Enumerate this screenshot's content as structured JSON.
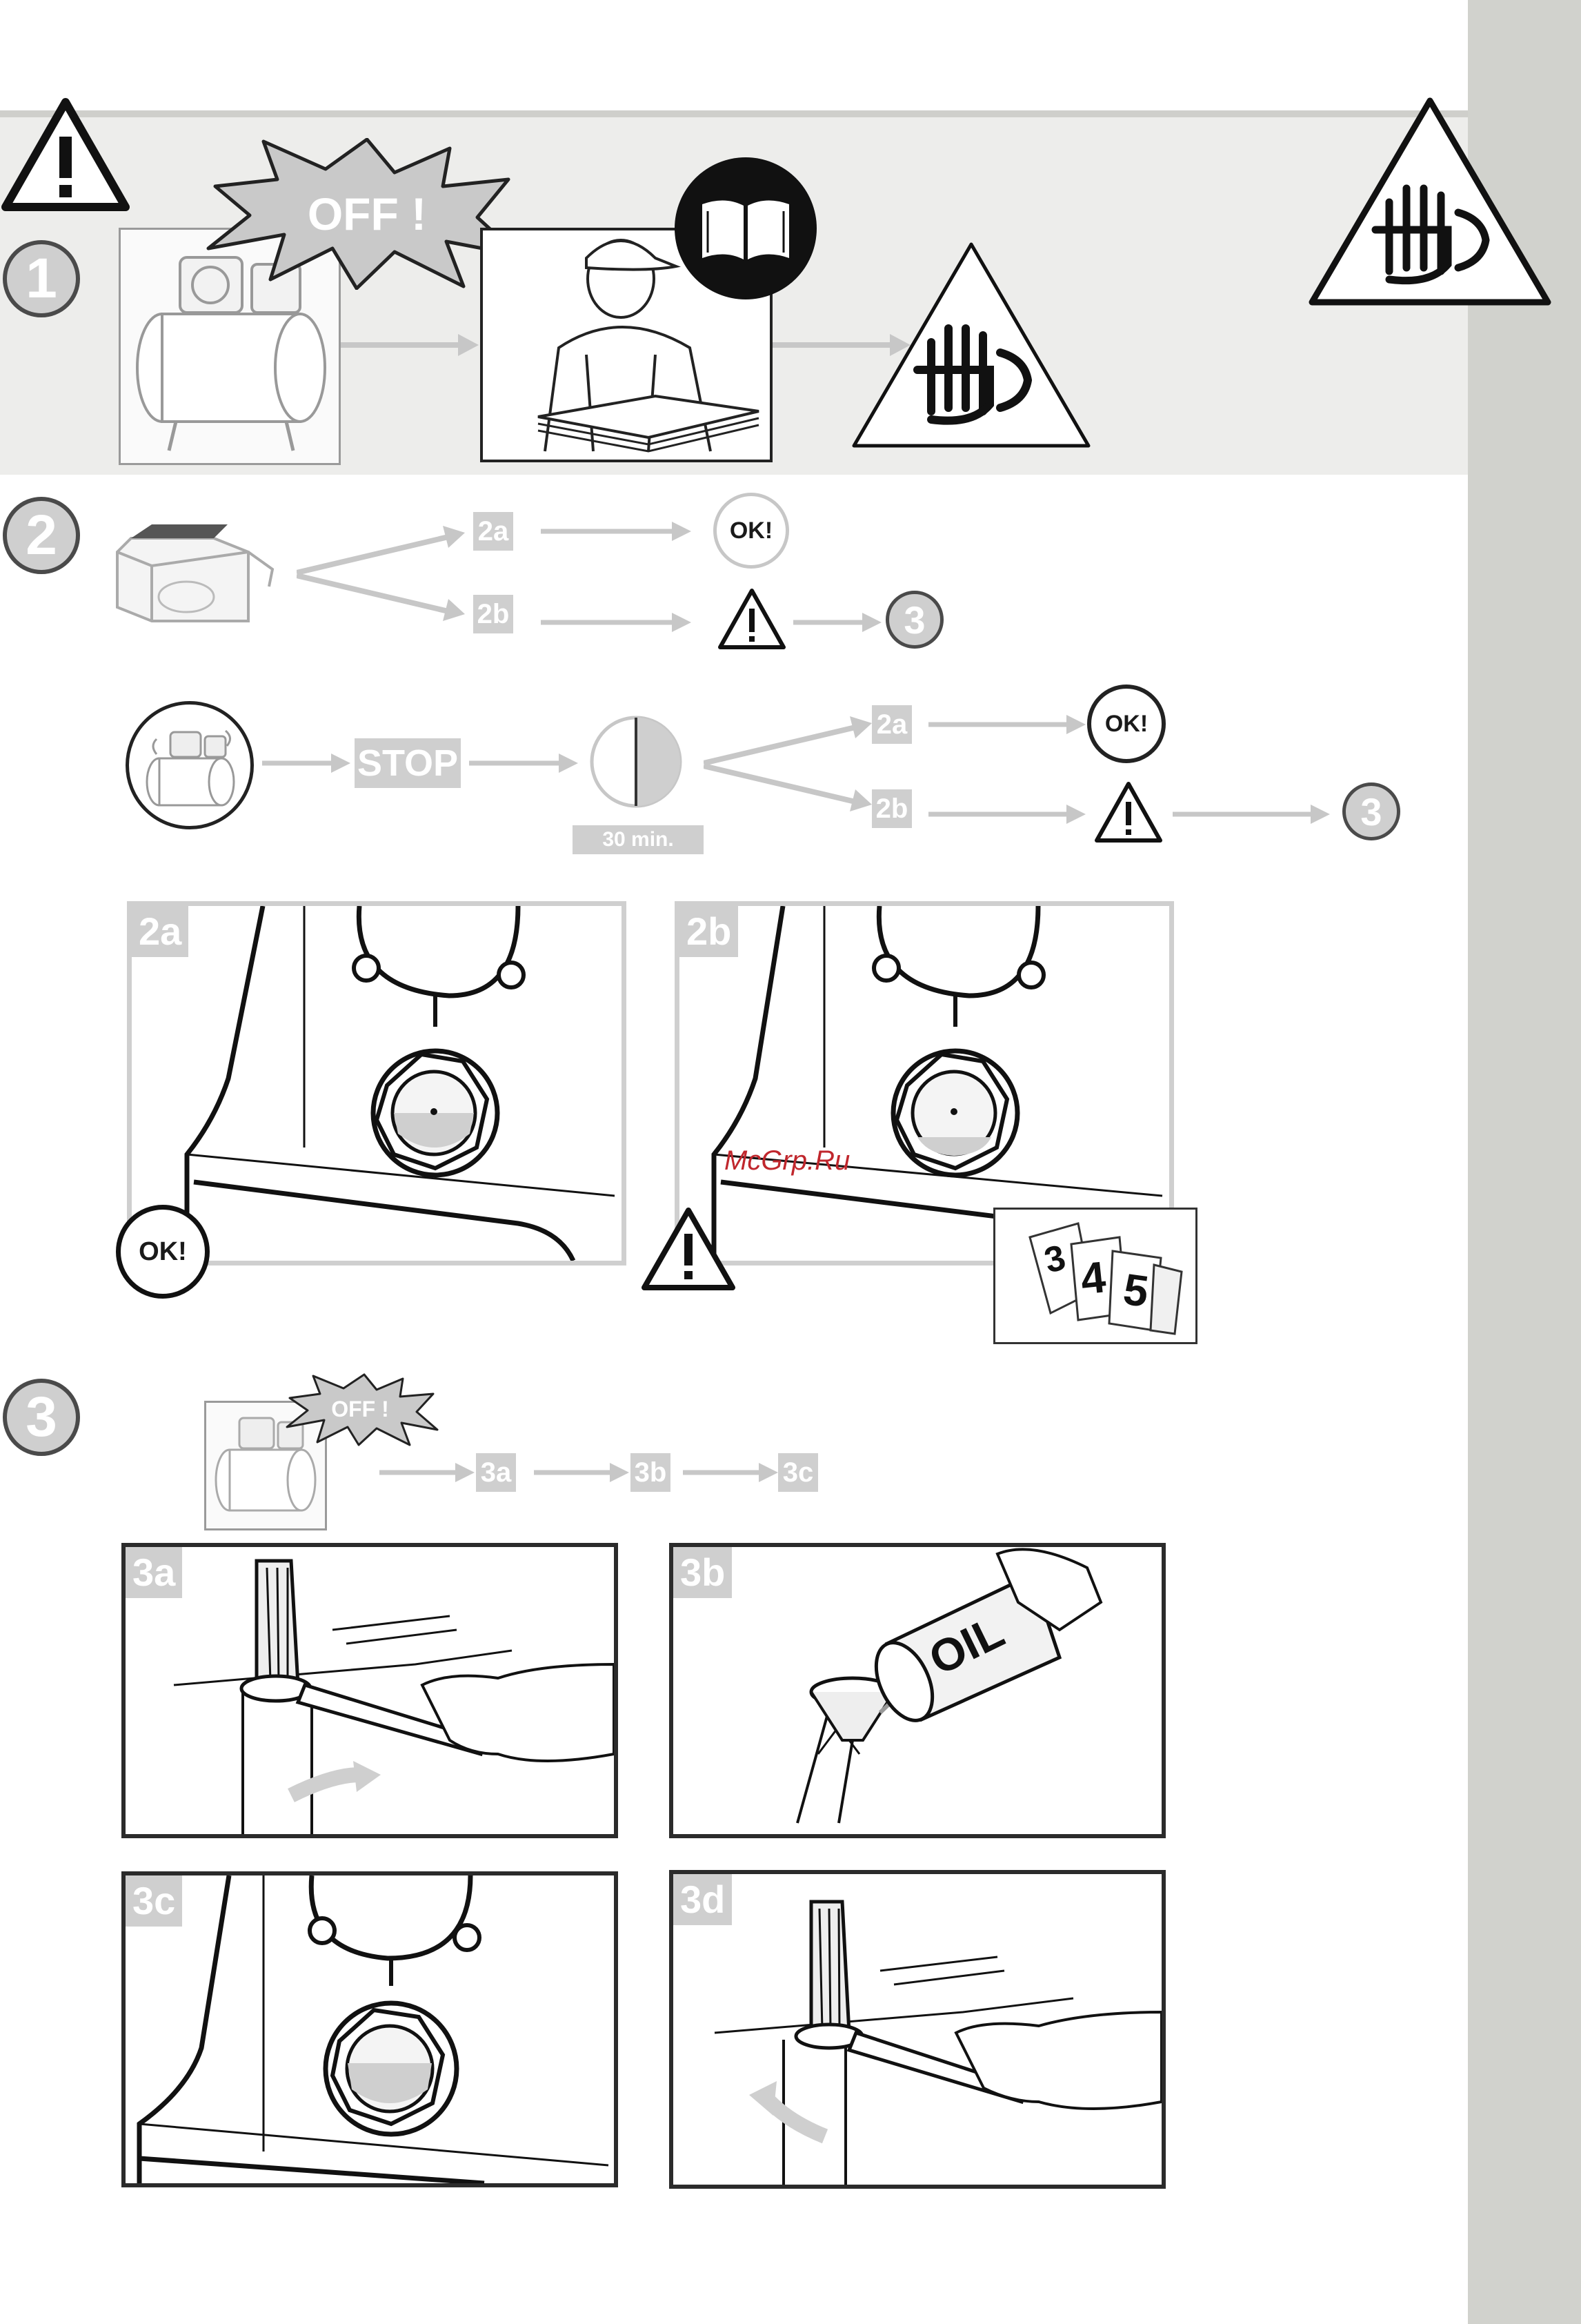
{
  "colors": {
    "accent_grey": "#cfcfcf",
    "band_grey": "#ededeb",
    "side_bar": "#d1d2cd",
    "ink": "#1a1a1a",
    "watermark_red": "#c0272d"
  },
  "step1": {
    "number": "1",
    "off_label": "OFF !",
    "icons": [
      "warning-triangle-icon",
      "compressor-icon",
      "manual-reading-icon",
      "book-icon",
      "hand-wrench-warning-icon"
    ]
  },
  "step2": {
    "number": "2",
    "flow1": {
      "branch_a": "2a",
      "branch_b": "2b",
      "ok_label": "OK!",
      "goto": "3"
    },
    "flow2": {
      "stop_label": "STOP",
      "wait_label": "30 min.",
      "branch_a": "2a",
      "branch_b": "2b",
      "ok_label": "OK!",
      "goto": "3"
    },
    "panel_a": {
      "tag": "2a",
      "ok_label": "OK!"
    },
    "panel_b": {
      "tag": "2b",
      "watermark": "McGrp.Ru",
      "calendar_numbers": [
        "3",
        "4",
        "5"
      ]
    }
  },
  "step3": {
    "number": "3",
    "off_label": "OFF !",
    "sequence": [
      "3a",
      "3b",
      "3c"
    ],
    "panels": [
      {
        "tag": "3a"
      },
      {
        "tag": "3b",
        "can_label": "OIL"
      },
      {
        "tag": "3c"
      },
      {
        "tag": "3d"
      }
    ]
  }
}
